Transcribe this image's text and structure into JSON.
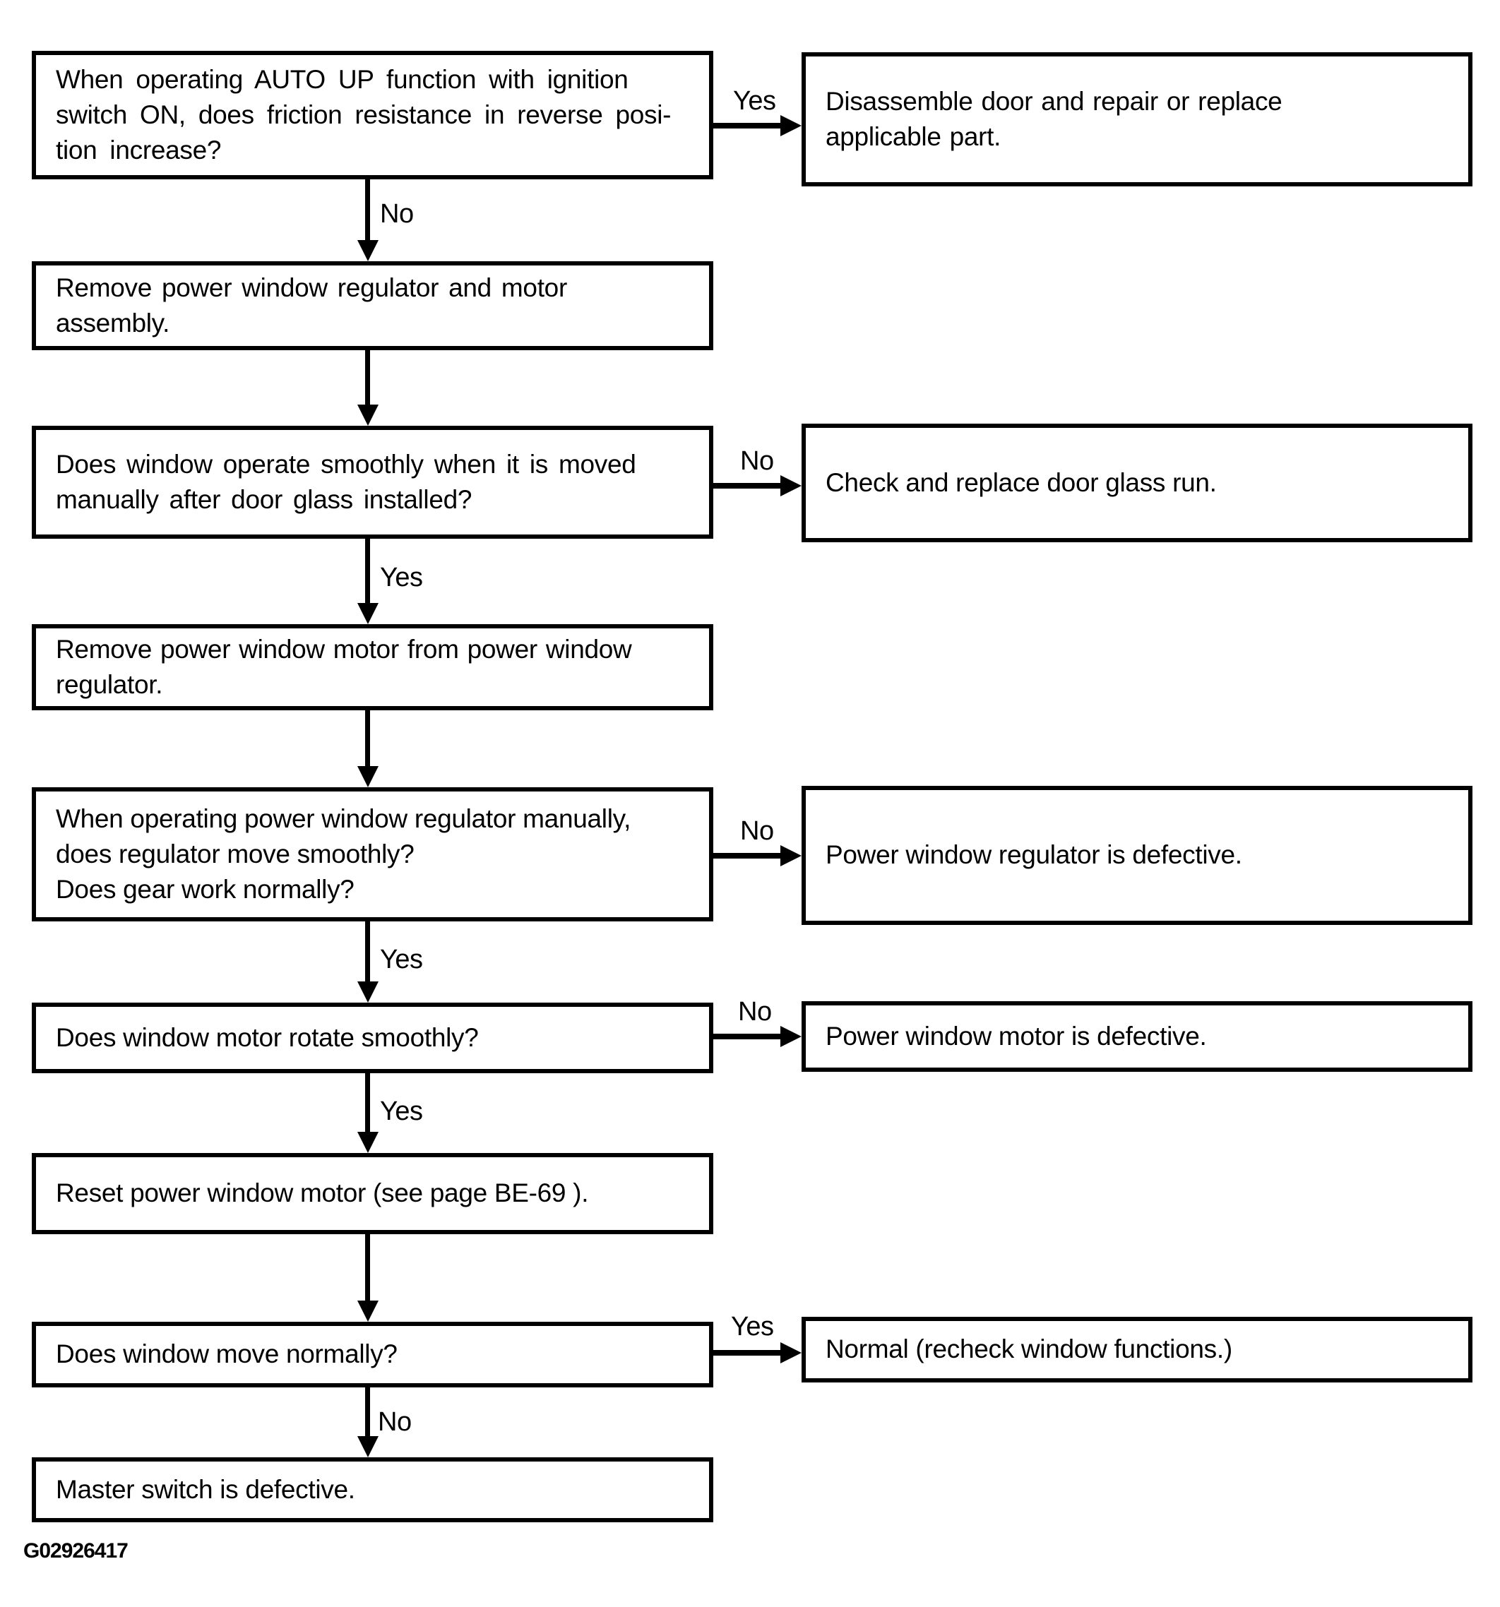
{
  "flow": {
    "nodes": {
      "q_auto_up": {
        "text": "When operating AUTO UP function with ignition\nswitch ON, does friction resistance in reverse posi-\ntion increase?"
      },
      "a_remove_assembly": {
        "text": "Remove power window regulator and motor\nassembly."
      },
      "q_window_smooth": {
        "text": "Does window operate smoothly when it is moved\nmanually after door glass installed?"
      },
      "a_remove_motor": {
        "text": "Remove power window motor from power window\nregulator."
      },
      "q_regulator_smooth": {
        "text": "When operating power window regulator manually,\ndoes regulator move smoothly?\nDoes gear work normally?"
      },
      "q_motor_rotate": {
        "text": "Does window motor rotate smoothly?"
      },
      "a_reset_motor": {
        "text": "Reset power window motor (see page BE-69 )."
      },
      "q_window_normal": {
        "text": "Does window move normally?"
      },
      "r_master_switch": {
        "text": "Master switch is defective."
      },
      "r_disassemble": {
        "text": "Disassemble door and repair or replace\napplicable part."
      },
      "r_glass_run": {
        "text": "Check and replace door glass run."
      },
      "r_regulator_defective": {
        "text": "Power window regulator is defective."
      },
      "r_motor_defective": {
        "text": "Power window motor is defective."
      },
      "r_normal": {
        "text": "Normal (recheck window functions.)"
      }
    },
    "edge_labels": {
      "h1_yes": "Yes",
      "v1_no": "No",
      "h2_no": "No",
      "v3_yes": "Yes",
      "h3_no": "No",
      "v5_yes": "Yes",
      "h4_no": "No",
      "v6_yes": "Yes",
      "h5_yes": "Yes",
      "v8_no": "No"
    },
    "footnote": "G02926417"
  }
}
